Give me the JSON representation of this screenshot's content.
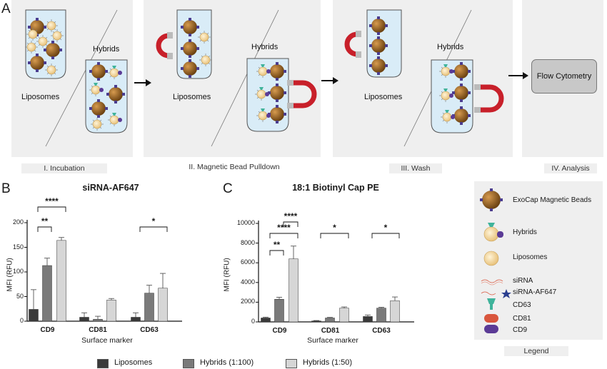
{
  "panel_labels": {
    "a": "A",
    "b": "B",
    "c": "C"
  },
  "workflow": {
    "tube_labels": {
      "liposomes": "Liposomes",
      "hybrids": "Hybrids"
    },
    "steps": [
      "I. Incubation",
      "II. Magnetic Bead Pulldown",
      "III. Wash",
      "IV. Analysis"
    ],
    "flow_box": "Flow Cytometry"
  },
  "colors": {
    "panel_bg": "#efefef",
    "bead": "#8a5a1e",
    "bead_handle": "#4b3d8f",
    "magnet": "#c8202a",
    "liposome": "#f1d49a",
    "cd63": "#3fb39b",
    "cd81": "#d9563d",
    "cd9": "#5b3b96",
    "bar_liposomes": "#3a3a3a",
    "bar_hybrids_100": "#7a7a7a",
    "bar_hybrids_50": "#d6d6d6"
  },
  "legend": {
    "title": "Legend",
    "items": [
      {
        "icon": "magnetic-bead-icon",
        "label": "ExoCap Magnetic Beads"
      },
      {
        "icon": "hybrid-icon",
        "label": "Hybrids"
      },
      {
        "icon": "liposome-icon",
        "label": "Liposomes"
      },
      {
        "icon": "sirna-icon",
        "label": "siRNA"
      },
      {
        "icon": "sirna-af647-icon",
        "label": "siRNA-AF647"
      },
      {
        "icon": "cd63-icon",
        "label": "CD63"
      },
      {
        "icon": "cd81-icon",
        "label": "CD81"
      },
      {
        "icon": "cd9-icon",
        "label": "CD9"
      }
    ]
  },
  "bottom_legend": [
    "Liposomes",
    "Hybrids (1:100)",
    "Hybrids (1:50)"
  ],
  "chart_data": [
    {
      "type": "bar",
      "title": "siRNA-AF647",
      "xlabel": "Surface marker",
      "ylabel": "MFI (RFU)",
      "ylim": [
        0,
        200
      ],
      "yticks": [
        "0",
        "50",
        "100",
        "150",
        "200"
      ],
      "categories": [
        "CD9",
        "CD81",
        "CD63"
      ],
      "series": [
        {
          "name": "Liposomes",
          "values": [
            24,
            8,
            8
          ],
          "errors": [
            40,
            9,
            9
          ]
        },
        {
          "name": "Hybrids (1:100)",
          "values": [
            113,
            4,
            57
          ],
          "errors": [
            15,
            6,
            16
          ]
        },
        {
          "name": "Hybrids (1:50)",
          "values": [
            164,
            43,
            67
          ],
          "errors": [
            6,
            3,
            30
          ]
        }
      ],
      "significance": [
        "****",
        "**",
        "*"
      ]
    },
    {
      "type": "bar",
      "title": "18:1 Biotinyl Cap PE",
      "xlabel": "Surface marker",
      "ylabel": "MFI (RFU)",
      "ylim": [
        0,
        10000
      ],
      "yticks": [
        "0",
        "2000",
        "4000",
        "6000",
        "8000",
        "10000"
      ],
      "categories": [
        "CD9",
        "CD81",
        "CD63"
      ],
      "series": [
        {
          "name": "Liposomes",
          "values": [
            400,
            100,
            550
          ],
          "errors": [
            80,
            40,
            150
          ]
        },
        {
          "name": "Hybrids (1:100)",
          "values": [
            2300,
            400,
            1400
          ],
          "errors": [
            200,
            60,
            80
          ]
        },
        {
          "name": "Hybrids (1:50)",
          "values": [
            6400,
            1400,
            2150
          ],
          "errors": [
            1300,
            120,
            380
          ]
        }
      ],
      "significance": [
        "****",
        "****",
        "**",
        "*",
        "*"
      ]
    }
  ]
}
